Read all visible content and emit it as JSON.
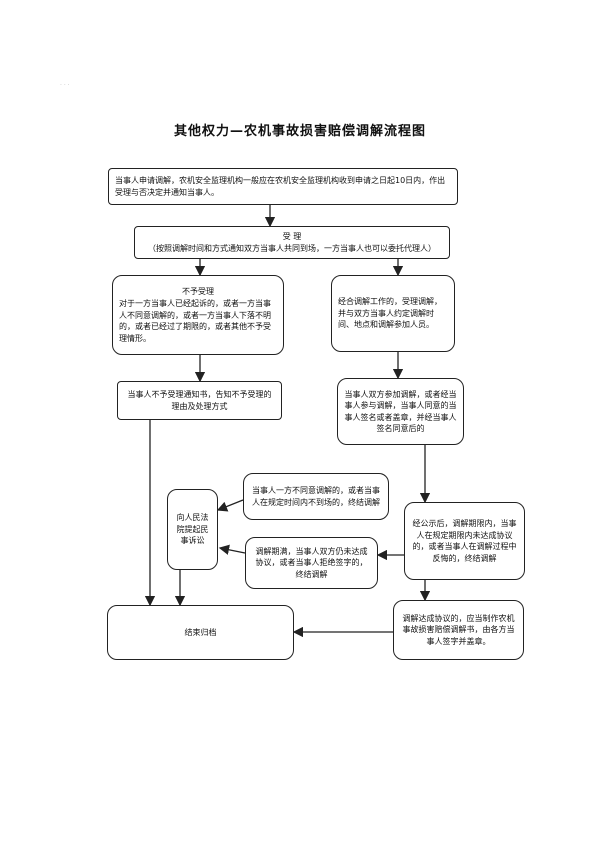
{
  "title": "其他权力—农机事故损害赔偿调解流程图",
  "boxes": {
    "apply": "当事人申请调解，农机安全监理机构一般应在农机安全监理机构收到申请之日起10日内，作出受理与否决定并通知当事人。",
    "accept_header": "受  理",
    "accept_body": "（按照调解时间和方式通知双方当事人共同到场，一方当事人也可以委托代理人）",
    "reject_header": "不予受理",
    "reject_body": "对于一方当事人已经起诉的，或者一方当事人不同意调解的，或者一方当事人下落不明的，或者已经过了期限的，或者其他不予受理情形。",
    "mediate": "经合调解工作的，受理调解，并与双方当事人约定调解时间、地点和调解参加人员。",
    "notice": "当事人不予受理通知书，告知不予受理的理由及处理方式",
    "agree": "当事人双方参加调解，或者经当事人参与调解，当事人同意的当事人签名或者盖章，并经当事人签名同意后的",
    "disagree": "当事人一方不同意调解的，或者当事人在规定时间内不到场的，终结调解",
    "court": "向人民法院提起民事诉讼",
    "timeout": "经公示后，调解期限内，当事人在规定期限内未达成协议的，或者当事人在调解过程中反悔的，终结调解",
    "expire": "调解期满，当事人双方仍未达成协议，或者当事人拒绝签字的，终结调解",
    "end": "结束归档",
    "sign": "调解达成协议的，应当制作农机事故损害赔偿调解书，由各方当事人签字并盖章。"
  },
  "watermark": "· · ·"
}
